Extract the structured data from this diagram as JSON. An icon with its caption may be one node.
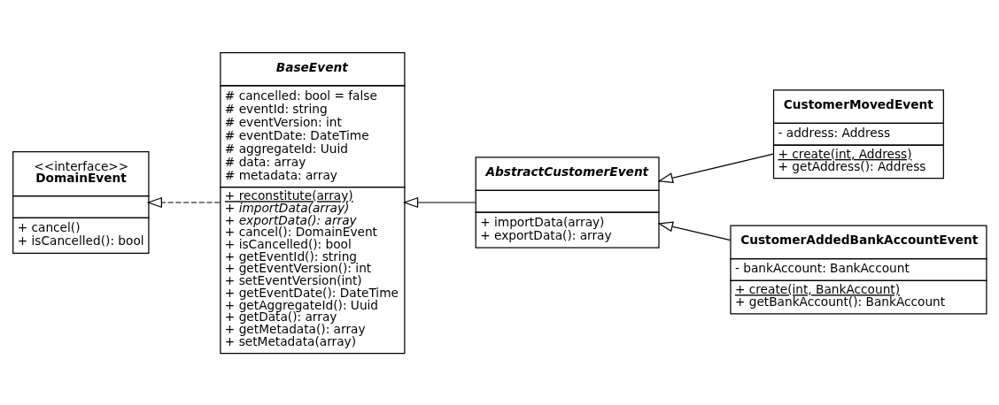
{
  "diagram": {
    "nodes": [
      {
        "text": [
          "<<interface>>",
          "DomainEvent",
          "+ cancel()",
          "+ isCancelled(): bool"
        ]
      },
      {
        "text": [
          "BaseEvent",
          "# cancelled: bool = false",
          "# eventId: string",
          "# eventVersion: int",
          "# eventDate: DateTime",
          "# aggregateId: Uuid",
          "# data: array",
          "# metadata: array",
          "+ reconstitute(array)",
          "+ importData(array)",
          "+ exportData(): array",
          "+ cancel(): DomainEvent",
          "+ isCancelled(): bool",
          "+ getEventId(): string",
          "+ getEventVersion(): int",
          "+ setEventVersion(int)",
          "+ getEventDate(): DateTime",
          "+ getAggregateId(): Uuid",
          "+ getData(): array",
          "+ getMetadata(): array",
          "+ setMetadata(array)"
        ]
      },
      {
        "text": [
          "AbstractCustomerEvent",
          "+ importData(array)",
          "+ exportData(): array"
        ]
      },
      {
        "text": [
          "CustomerMovedEvent",
          "- address: Address",
          "+ create(int, Address)",
          "+ getAddress(): Address"
        ]
      },
      {
        "text": [
          "CustomerAddedBankAccountEvent",
          "- bankAccount: BankAccount",
          "+ create(int, BankAccount)",
          "+ getBankAccount(): BankAccount"
        ]
      }
    ],
    "edges": [
      {
        "from": 1,
        "to": 0,
        "arrow": "to",
        "style": "dashed"
      },
      {
        "from": 2,
        "to": 1,
        "arrow": "to"
      },
      {
        "from": 3,
        "to": 2,
        "arrow": "to"
      },
      {
        "from": 4,
        "to": 2,
        "arrow": "to"
      }
    ]
  }
}
